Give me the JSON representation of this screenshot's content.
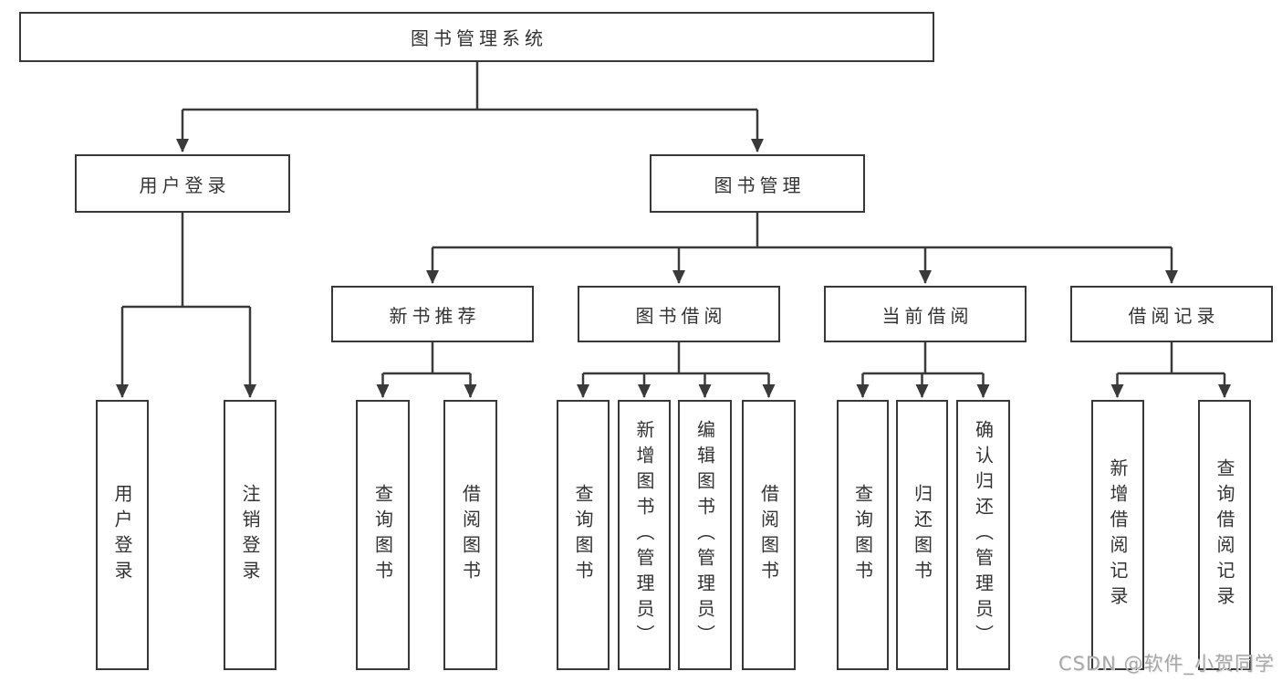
{
  "tree": {
    "root": "图书管理系统",
    "branches": [
      {
        "label": "用户登录",
        "children": [
          "用户登录",
          "注销登录"
        ]
      },
      {
        "label": "图书管理",
        "children": [
          {
            "label": "新书推荐",
            "children": [
              "查询图书",
              "借阅图书"
            ]
          },
          {
            "label": "图书借阅",
            "children": [
              "查询图书",
              "新增图书（管理员）",
              "编辑图书（管理员）",
              "借阅图书"
            ]
          },
          {
            "label": "当前借阅",
            "children": [
              "查询图书",
              "归还图书",
              "确认归还（管理员）"
            ]
          },
          {
            "label": "借阅记录",
            "children": [
              "新增借阅记录",
              "查询借阅记录"
            ]
          }
        ]
      }
    ]
  },
  "watermark": "CSDN @软件_小贺同学",
  "colors": {
    "line": "#3a3a3a",
    "box_border": "#383838",
    "text": "#333333",
    "watermark": "#a8a8a8",
    "background": "#ffffff"
  }
}
